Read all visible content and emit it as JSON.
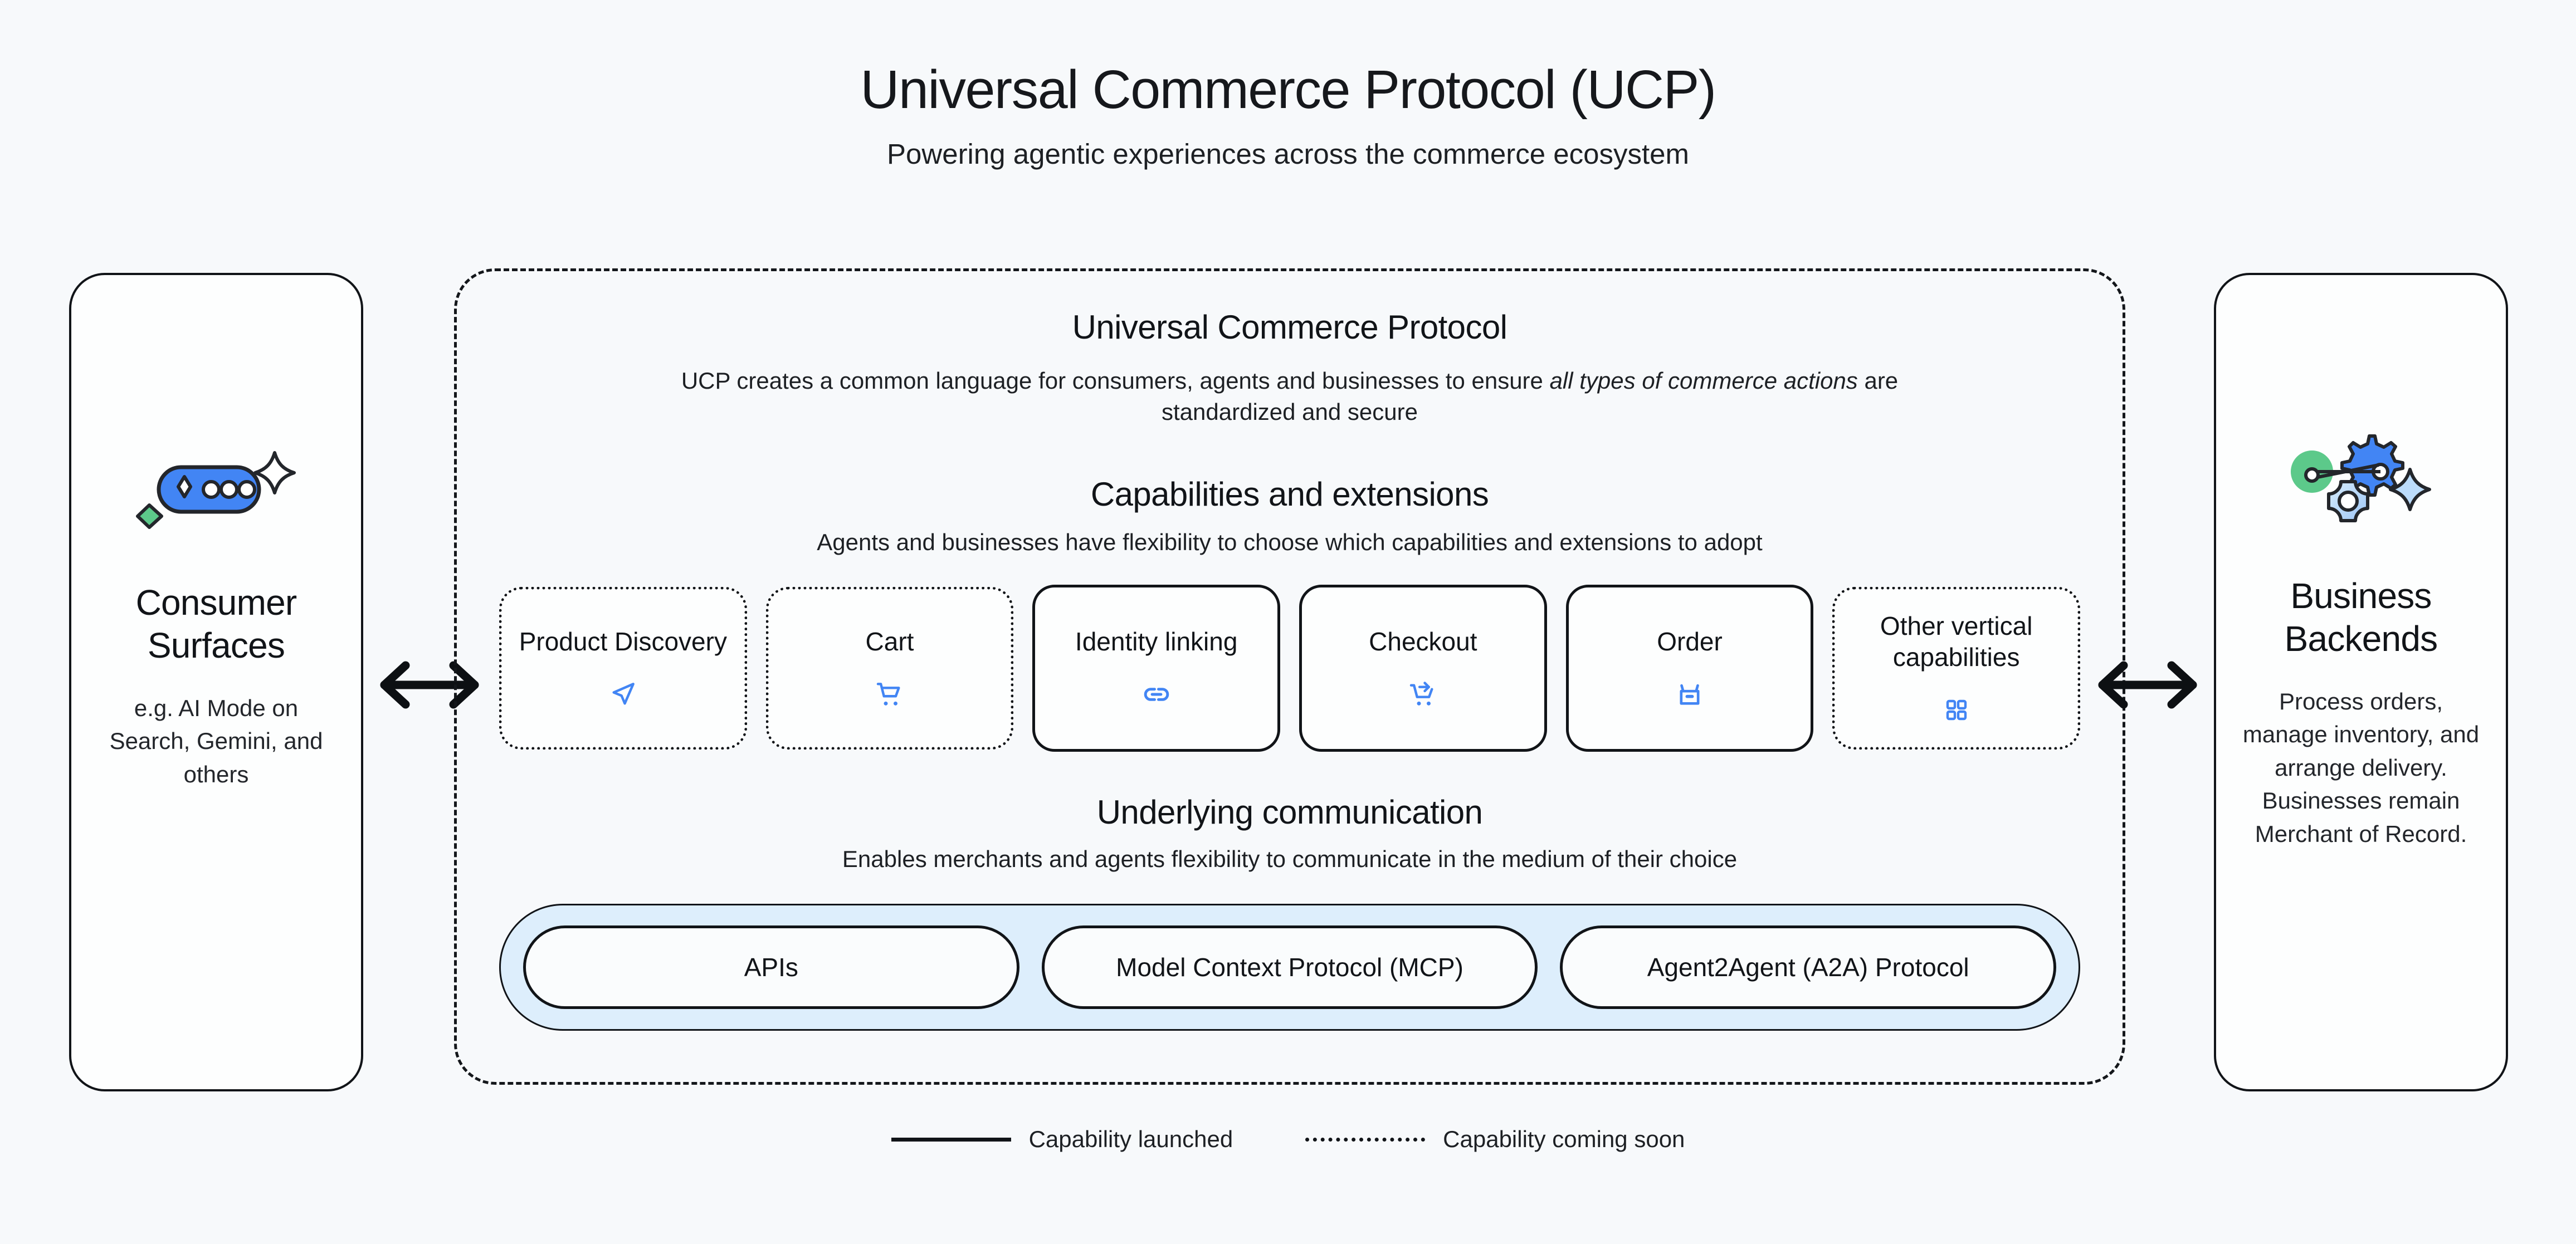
{
  "header": {
    "title": "Universal Commerce Protocol (UCP)",
    "subtitle": "Powering agentic experiences across the commerce ecosystem"
  },
  "colors": {
    "background": "#f7f9fb",
    "panel_background": "#fdfefe",
    "stroke": "#111418",
    "accent_blue": "#4285f4",
    "accent_green": "#5cc98a",
    "band_blue": "#ddeefc",
    "light_blue": "#bcdcfb"
  },
  "left_panel": {
    "icon": "ai-chat-pill-sparkle-icon",
    "title": "Consumer Surfaces",
    "description": "e.g. AI Mode on Search, Gemini, and others"
  },
  "right_panel": {
    "icon": "gears-and-sparkle-icon",
    "title": "Business Backends",
    "description": "Process orders, manage inventory, and arrange delivery. Businesses remain Merchant of Record."
  },
  "arrows": {
    "left": "bidirectional-arrow-icon",
    "right": "bidirectional-arrow-icon"
  },
  "ucp": {
    "title": "Universal Commerce Protocol",
    "description_pre": "UCP creates a common language for consumers, agents and businesses to ensure ",
    "description_em": "all types of commerce actions",
    "description_post": " are standardized and secure",
    "capabilities": {
      "title": "Capabilities and extensions",
      "subtitle": "Agents and businesses have flexibility to choose which capabilities and extensions to adopt",
      "cards": [
        {
          "label": "Product Discovery",
          "icon": "navigation-arrow-icon",
          "status": "soon"
        },
        {
          "label": "Cart",
          "icon": "shopping-cart-icon",
          "status": "soon"
        },
        {
          "label": "Identity linking",
          "icon": "link-chain-icon",
          "status": "launched"
        },
        {
          "label": "Checkout",
          "icon": "cart-checkout-icon",
          "status": "launched"
        },
        {
          "label": "Order",
          "icon": "package-box-icon",
          "status": "launched"
        },
        {
          "label": "Other vertical capabilities",
          "icon": "grid-squares-icon",
          "status": "soon"
        }
      ]
    },
    "communication": {
      "title": "Underlying communication",
      "subtitle": "Enables merchants and agents flexibility to communicate in the medium of their choice",
      "pills": [
        {
          "label": "APIs"
        },
        {
          "label": "Model Context Protocol (MCP)"
        },
        {
          "label": "Agent2Agent (A2A) Protocol"
        }
      ]
    }
  },
  "legend": [
    {
      "style": "solid",
      "label": "Capability launched"
    },
    {
      "style": "dotted",
      "label": "Capability coming soon"
    }
  ]
}
